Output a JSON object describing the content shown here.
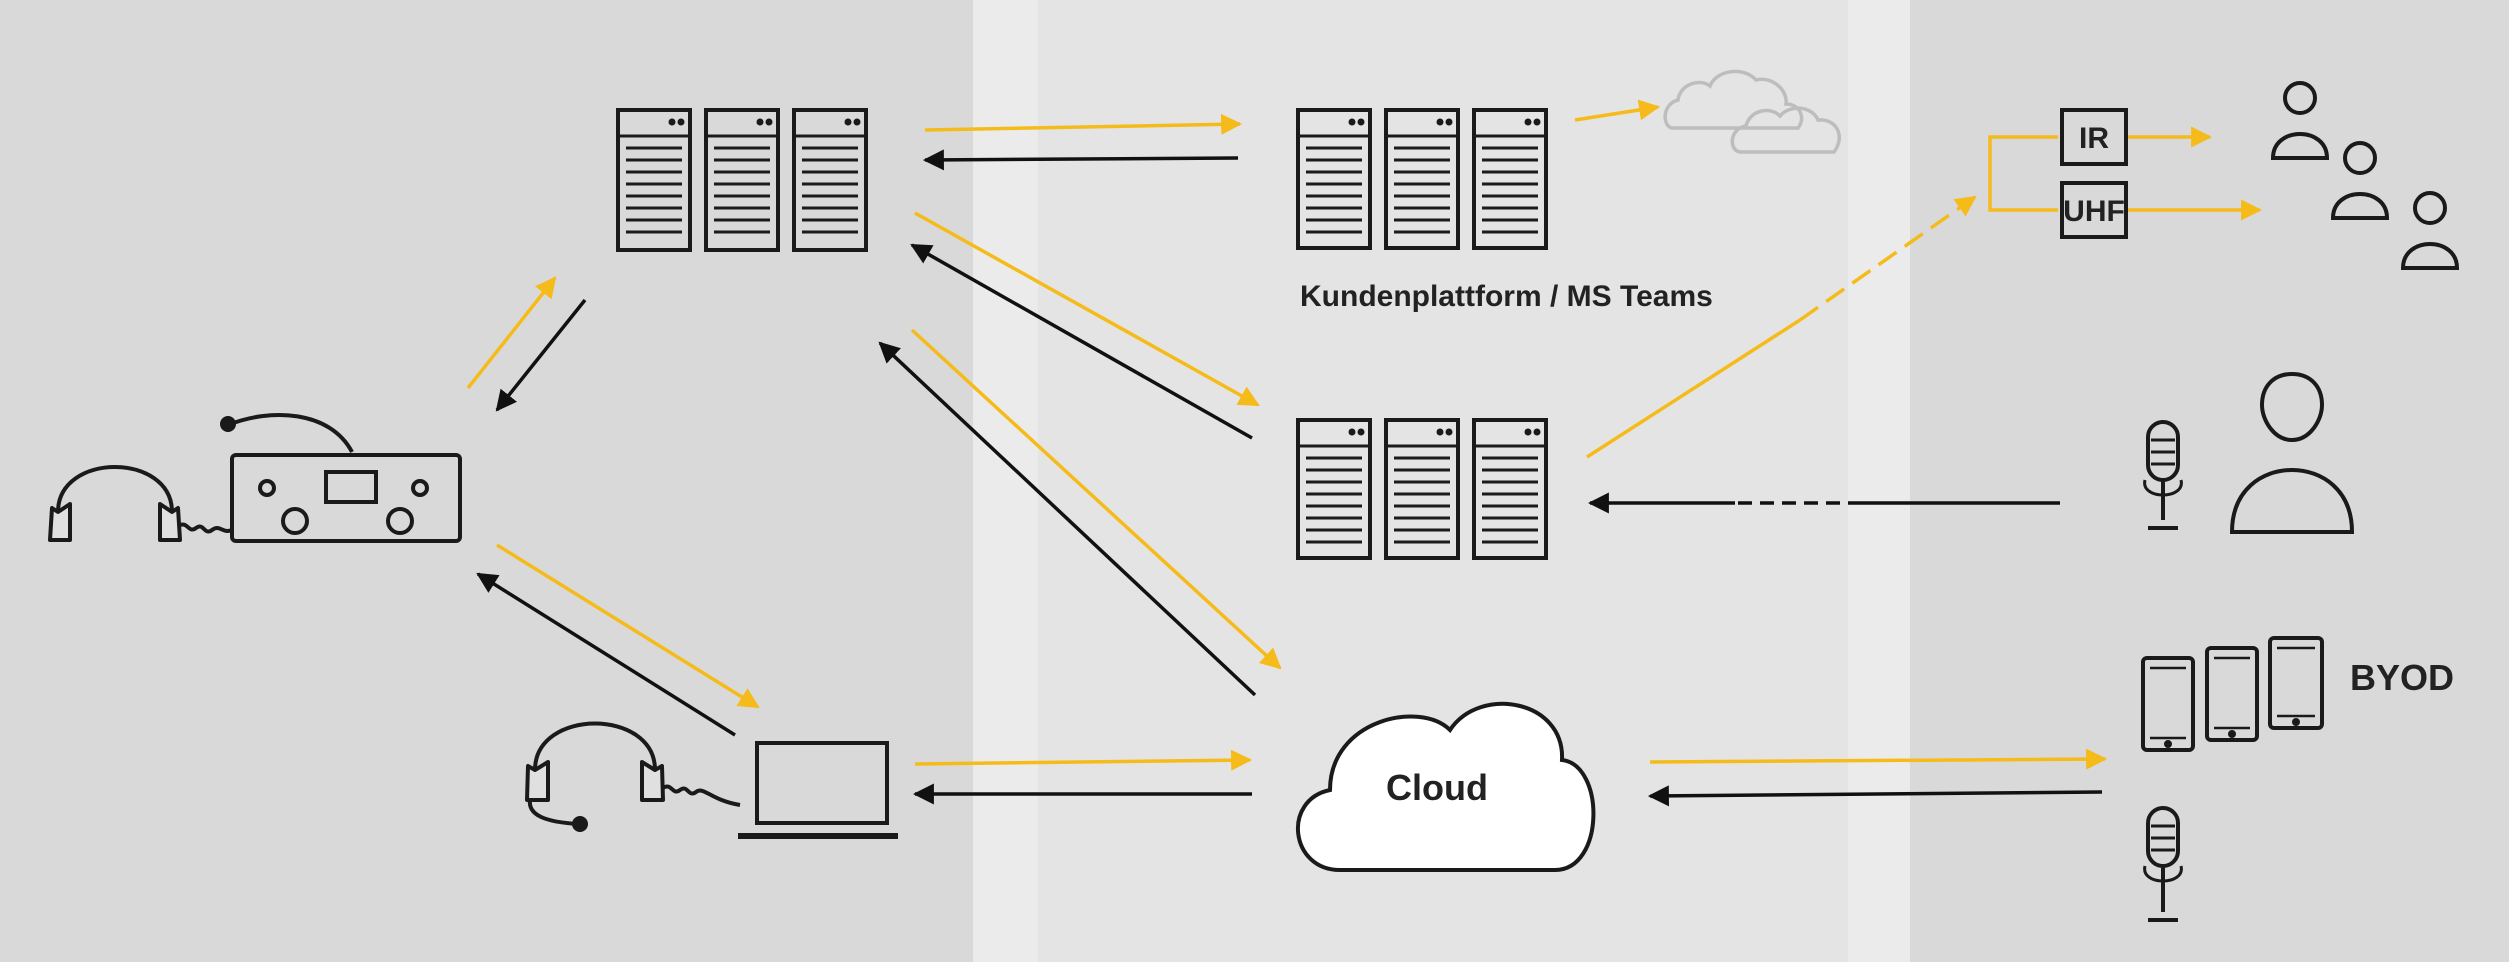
{
  "labels": {
    "customer_platform": "Kundenplattform / MS Teams",
    "ir": "IR",
    "uhf": "UHF",
    "byod": "BYOD",
    "cloud": "Cloud"
  },
  "colors": {
    "left_zone": "#d9d9d9",
    "middle_zone": "#e4e4e4",
    "right_zone": "#d9d9d9",
    "separator": "#ebebeb",
    "forward_arrow": "#f5bb1a",
    "return_arrow": "#111111",
    "icon_stroke": "#1a1a1a",
    "external_cloud": "#bdbdbd"
  },
  "icons": [
    "headphones-icon",
    "interpreter-console-icon",
    "server-rack-icon",
    "laptop-icon",
    "headset-icon",
    "cloud-icon",
    "ir-transmitter-icon",
    "uhf-transmitter-icon",
    "listener-group-icon",
    "microphone-icon",
    "speaker-person-icon",
    "smartphone-icon",
    "tablet-icon"
  ]
}
